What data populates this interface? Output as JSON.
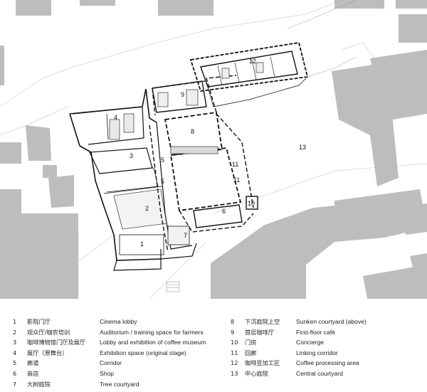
{
  "plan": {
    "room_labels": [
      "1",
      "2",
      "3",
      "4",
      "5",
      "6",
      "7",
      "8",
      "9",
      "10",
      "11",
      "12",
      "13",
      "5",
      "11"
    ]
  },
  "legend": {
    "left": [
      {
        "num": "1",
        "zh": "影院门厅",
        "en": "Cinema lobby"
      },
      {
        "num": "2",
        "zh": "观众厅/咖农培训",
        "en": "Auditorium / training space for farmers"
      },
      {
        "num": "3",
        "zh": "咖啡博物馆门厅及展厅",
        "en": "Lobby and exhibition of coffee museum"
      },
      {
        "num": "4",
        "zh": "展厅（原舞台）",
        "en": "Exhibition space (original stage)"
      },
      {
        "num": "5",
        "zh": "廊道",
        "en": "Corridor"
      },
      {
        "num": "6",
        "zh": "商店",
        "en": "Shop"
      },
      {
        "num": "7",
        "zh": "大树庭院",
        "en": "Tree courtyard"
      }
    ],
    "right": [
      {
        "num": "8",
        "zh": "下沉庭院上空",
        "en": "Sunken courtyard (above)"
      },
      {
        "num": "9",
        "zh": "首层咖啡厅",
        "en": "First-floor café"
      },
      {
        "num": "10",
        "zh": "门房",
        "en": "Concierge"
      },
      {
        "num": "11",
        "zh": "回廊",
        "en": "Linking corridor"
      },
      {
        "num": "12",
        "zh": "咖啡豆加工区",
        "en": "Coffee processing area"
      },
      {
        "num": "13",
        "zh": "中心庭院",
        "en": "Central courtyard"
      }
    ]
  }
}
